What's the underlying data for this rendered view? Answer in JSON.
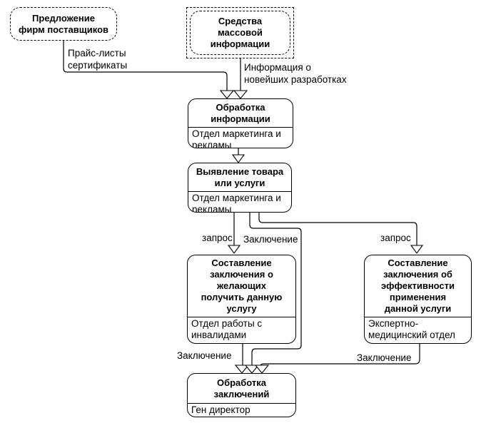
{
  "colors": {
    "line": "#000000",
    "background": "#ffffff",
    "text": "#000000"
  },
  "nodes": {
    "supplier": {
      "title": "Предложение\nфирм поставщиков"
    },
    "mass_media": {
      "title": "Средства\nмассовой\nинформации"
    },
    "process_info": {
      "title": "Обработка\nинформации",
      "department": "Отдел маркетинга и\nрекламы"
    },
    "identify_product": {
      "title": "Выявление товара\nили услуги",
      "department": "Отдел маркетинга и\nрекламы"
    },
    "conclusion_applicants": {
      "title": "Составление\nзаключения о\nжелающих\nполучить данную\nуслугу",
      "department": "Отдел работы с\nинвалидами"
    },
    "conclusion_effectiveness": {
      "title": "Составление\nзаключения об\nэффективности\nприменения\nданной услуги",
      "department": "Экспертно-\nмедицинский отдел"
    },
    "process_conclusions": {
      "title": "Обработка\nзаключений",
      "department": "Ген директор"
    }
  },
  "edge_labels": {
    "price_lists": "Прайс-листы\nсертификаты",
    "info_new_developments": "Информация о\nновейших разработках",
    "request_left": "запрос",
    "conclusion_mid": "Заключение",
    "request_right": "запрос",
    "conclusion_left": "Заключение",
    "conclusion_right": "Заключение"
  }
}
